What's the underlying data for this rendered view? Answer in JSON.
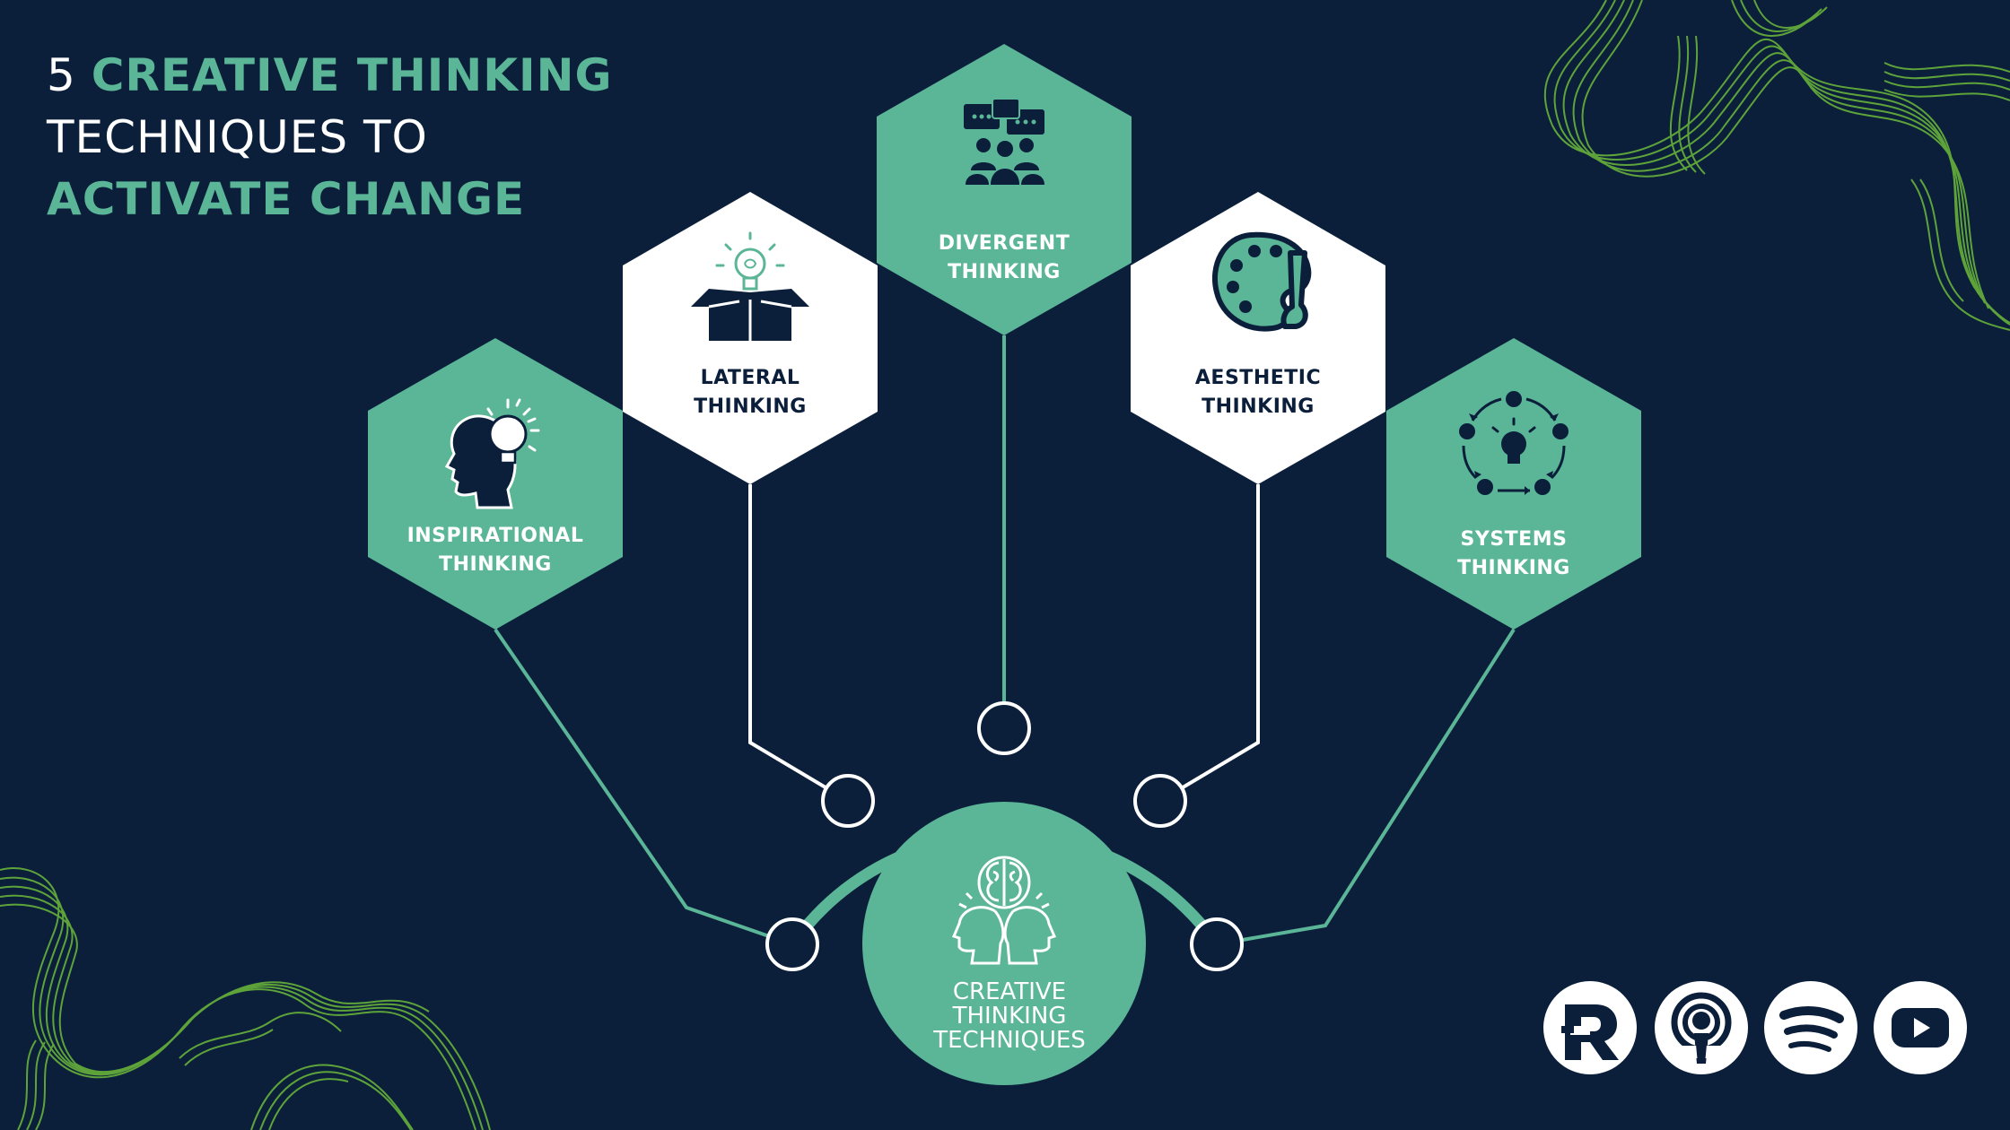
{
  "title": {
    "number": "5",
    "highlight1": "CREATIVE THINKING",
    "line2": "TECHNIQUES TO",
    "highlight2": "ACTIVATE CHANGE"
  },
  "center": {
    "line1": "CREATIVE",
    "line2": "THINKING",
    "line3": "TECHNIQUES"
  },
  "techniques": [
    {
      "line1": "INSPIRATIONAL",
      "line2": "THINKING",
      "icon": "head-lightbulb-icon"
    },
    {
      "line1": "LATERAL",
      "line2": "THINKING",
      "icon": "box-lightbulb-icon"
    },
    {
      "line1": "DIVERGENT",
      "line2": "THINKING",
      "icon": "discussion-group-icon"
    },
    {
      "line1": "AESTHETIC",
      "line2": "THINKING",
      "icon": "paint-palette-icon"
    },
    {
      "line1": "SYSTEMS",
      "line2": "THINKING",
      "icon": "systems-cycle-icon"
    }
  ],
  "social_links": [
    "logo-r-icon",
    "podcast-icon",
    "spotify-icon",
    "youtube-icon"
  ],
  "colors": {
    "background": "#0b1f3b",
    "accent_green": "#5bb597",
    "white": "#ffffff",
    "decor_green": "#6dbb3a"
  }
}
